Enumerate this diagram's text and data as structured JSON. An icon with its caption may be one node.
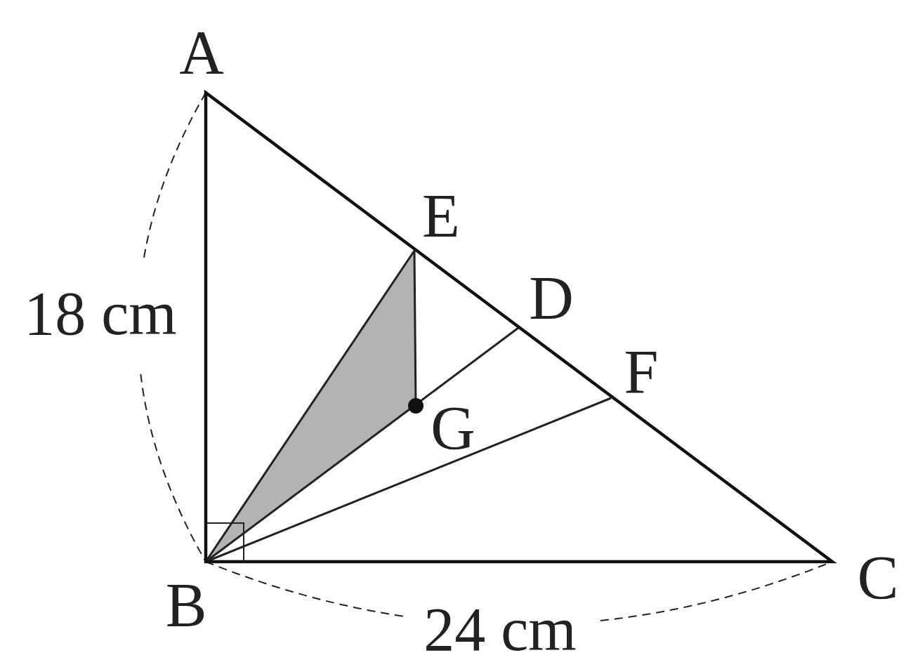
{
  "diagram": {
    "labels": [
      "A",
      "E",
      "D",
      "18 cm",
      "F",
      "G",
      "B",
      "C",
      "24 cm"
    ]
  }
}
